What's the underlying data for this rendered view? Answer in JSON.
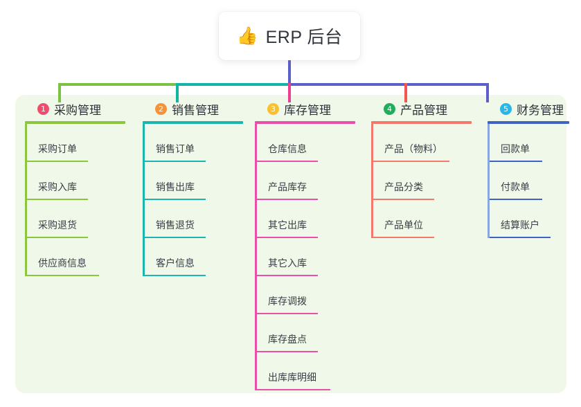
{
  "root": {
    "icon": "thumbs-up-icon",
    "icon_glyph": "👍",
    "title": "ERP 后台"
  },
  "theme": {
    "panel_bg": "#f0f8ea",
    "page_bg": "#ffffff",
    "root_stem": "#5b5fc7",
    "bus_left_green": "#7cc144",
    "bus_teal": "#11b5a4",
    "bus_blue": "#5b5fc7",
    "text": "#3a3d44"
  },
  "columns": [
    {
      "index": "1",
      "badge_color": "#ee4d6e",
      "line_color": "#8cc63f",
      "spine_color": "#8cc63f",
      "connector_color": "#7cc144",
      "title": "采购管理",
      "items": [
        {
          "label": "采购订单",
          "rule_width": 88
        },
        {
          "label": "采购入库",
          "rule_width": 88
        },
        {
          "label": "采购退货",
          "rule_width": 88
        },
        {
          "label": "供应商信息",
          "rule_width": 104
        }
      ]
    },
    {
      "index": "2",
      "badge_color": "#f79337",
      "line_color": "#1cb5ad",
      "spine_color": "#1cb5ad",
      "connector_color": "#11b5a4",
      "title": "销售管理",
      "items": [
        {
          "label": "销售订单",
          "rule_width": 88
        },
        {
          "label": "销售出库",
          "rule_width": 88
        },
        {
          "label": "销售退货",
          "rule_width": 88
        },
        {
          "label": "客户信息",
          "rule_width": 88
        }
      ]
    },
    {
      "index": "3",
      "badge_color": "#fac02e",
      "line_color": "#e94fa6",
      "spine_color": "#e94fa6",
      "connector_color": "#ee3f8f",
      "title": "库存管理",
      "items": [
        {
          "label": "仓库信息",
          "rule_width": 88
        },
        {
          "label": "产品库存",
          "rule_width": 88
        },
        {
          "label": "其它出库",
          "rule_width": 88
        },
        {
          "label": "其它入库",
          "rule_width": 88
        },
        {
          "label": "库存调拨",
          "rule_width": 88
        },
        {
          "label": "库存盘点",
          "rule_width": 88
        },
        {
          "label": "出库库明细",
          "rule_width": 106
        }
      ]
    },
    {
      "index": "4",
      "badge_color": "#22ad5c",
      "line_color": "#f4776b",
      "spine_color": "#f4776b",
      "connector_color": "#f4554c",
      "title": "产品管理",
      "items": [
        {
          "label": "产品（物料）",
          "rule_width": 110
        },
        {
          "label": "产品分类",
          "rule_width": 88
        },
        {
          "label": "产品单位",
          "rule_width": 88
        }
      ]
    },
    {
      "index": "5",
      "badge_color": "#29b6e8",
      "line_color": "#3f62c4",
      "spine_color": "#8aa6de",
      "connector_color": "#5b5fc7",
      "title": "财务管理",
      "items": [
        {
          "label": "回款单",
          "rule_width": 76
        },
        {
          "label": "付款单",
          "rule_width": 76
        },
        {
          "label": "结算账户",
          "rule_width": 88
        }
      ]
    }
  ]
}
